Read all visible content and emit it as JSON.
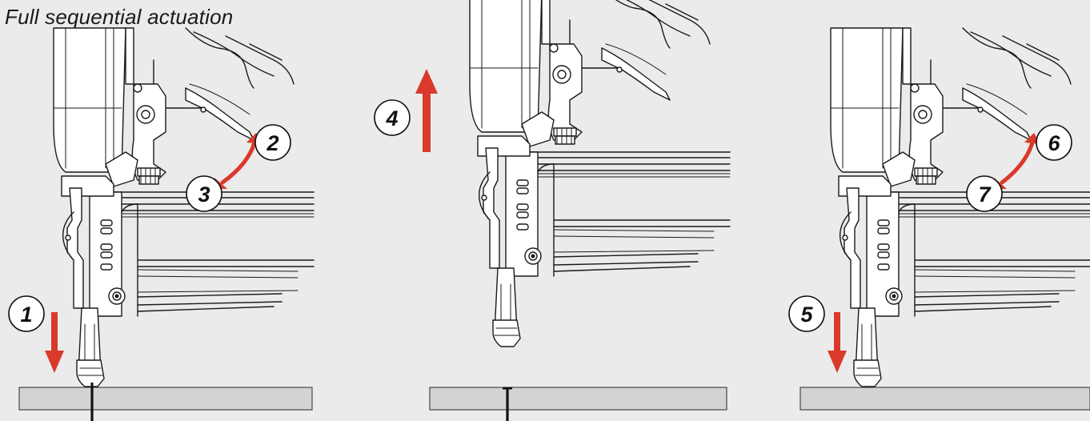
{
  "title": "Full sequential actuation",
  "steps": {
    "s1": "1",
    "s2": "2",
    "s3": "3",
    "s4": "4",
    "s5": "5",
    "s6": "6",
    "s7": "7"
  },
  "colors": {
    "background": "#ebebeb",
    "arrow": "#d93a2b",
    "board": "#d3d3d3",
    "line": "#1a1a1a"
  }
}
